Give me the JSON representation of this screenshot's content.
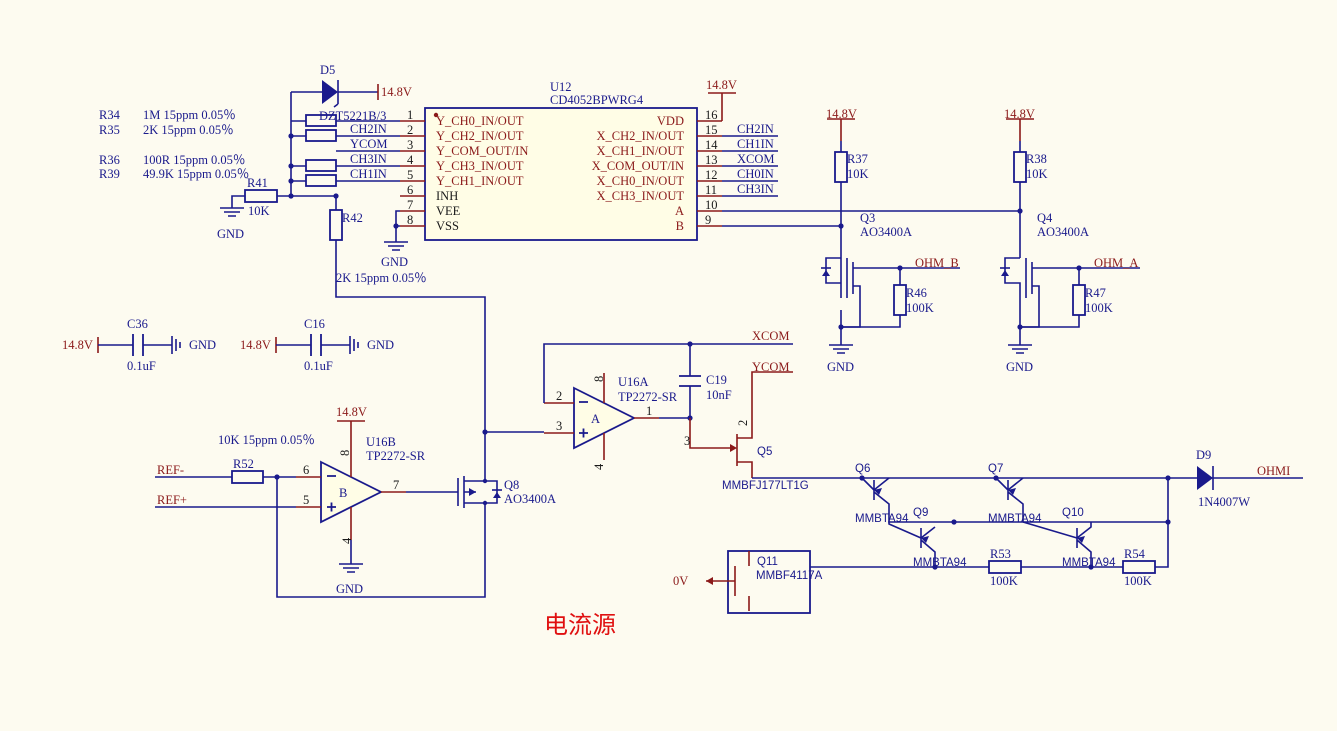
{
  "title": "电流源",
  "u12": {
    "ref": "U12",
    "part": "CD4052BPWRG4",
    "left_pins": [
      {
        "num": "1",
        "name": "Y_CH0_IN/OUT"
      },
      {
        "num": "2",
        "name": "Y_CH2_IN/OUT"
      },
      {
        "num": "3",
        "name": "Y_COM_OUT/IN"
      },
      {
        "num": "4",
        "name": "Y_CH3_IN/OUT"
      },
      {
        "num": "5",
        "name": "Y_CH1_IN/OUT"
      },
      {
        "num": "6",
        "name": "INH"
      },
      {
        "num": "7",
        "name": "VEE"
      },
      {
        "num": "8",
        "name": "VSS"
      }
    ],
    "right_pins": [
      {
        "num": "16",
        "name": "VDD"
      },
      {
        "num": "15",
        "name": "X_CH2_IN/OUT"
      },
      {
        "num": "14",
        "name": "X_CH1_IN/OUT"
      },
      {
        "num": "13",
        "name": "X_COM_OUT/IN"
      },
      {
        "num": "12",
        "name": "X_CH0_IN/OUT"
      },
      {
        "num": "11",
        "name": "X_CH3_IN/OUT"
      },
      {
        "num": "10",
        "name": "A"
      },
      {
        "num": "9",
        "name": "B"
      }
    ],
    "left_nets": [
      "CH2IN",
      "YCOM",
      "CH3IN",
      "CH1IN"
    ],
    "right_nets": [
      "CH2IN",
      "CH1IN",
      "XCOM",
      "CH0IN",
      "CH3IN"
    ]
  },
  "d5": {
    "ref": "D5",
    "part": "DZT5221B/3"
  },
  "resistors": {
    "r34": {
      "ref": "R34",
      "value": "1M 15ppm 0.05％"
    },
    "r35": {
      "ref": "R35",
      "value": "2K 15ppm 0.05％"
    },
    "r36": {
      "ref": "R36",
      "value": "100R 15ppm 0.05％"
    },
    "r39": {
      "ref": "R39",
      "value": "49.9K 15ppm 0.05％"
    },
    "r41": {
      "ref": "R41",
      "value": "10K"
    },
    "r42": {
      "ref": "R42",
      "value": "2K 15ppm 0.05％"
    },
    "r37": {
      "ref": "R37",
      "value": "10K"
    },
    "r38": {
      "ref": "R38",
      "value": "10K"
    },
    "r46": {
      "ref": "R46",
      "value": "100K"
    },
    "r47": {
      "ref": "R47",
      "value": "100K"
    },
    "r52": {
      "ref": "R52",
      "value": "10K 15ppm 0.05％"
    },
    "r53": {
      "ref": "R53",
      "value": "100K"
    },
    "r54": {
      "ref": "R54",
      "value": "100K"
    }
  },
  "caps": {
    "c36": {
      "ref": "C36",
      "value": "0.1uF"
    },
    "c16": {
      "ref": "C16",
      "value": "0.1uF"
    },
    "c19": {
      "ref": "C19",
      "value": "10nF"
    }
  },
  "opamps": {
    "u16a": {
      "ref": "U16A",
      "part": "TP2272-SR",
      "unit": "A",
      "pins": {
        "inv": "2",
        "noninv": "3",
        "out": "1",
        "vp": "8",
        "vn": "4"
      }
    },
    "u16b": {
      "ref": "U16B",
      "part": "TP2272-SR",
      "unit": "B",
      "pins": {
        "inv": "6",
        "noninv": "5",
        "out": "7",
        "vp": "8",
        "vn": "4"
      }
    }
  },
  "transistors": {
    "q3": {
      "ref": "Q3",
      "part": "AO3400A"
    },
    "q4": {
      "ref": "Q4",
      "part": "AO3400A"
    },
    "q5": {
      "ref": "Q5",
      "part": "MMBFJ177LT1G",
      "pins": {
        "d": "3",
        "s": "2"
      }
    },
    "q6": {
      "ref": "Q6",
      "part": "MMBTA94"
    },
    "q7": {
      "ref": "Q7",
      "part": "MMBTA94"
    },
    "q8": {
      "ref": "Q8",
      "part": "AO3400A"
    },
    "q9": {
      "ref": "Q9",
      "part": "MMBTA94"
    },
    "q10": {
      "ref": "Q10",
      "part": "MMBTA94"
    },
    "q11": {
      "ref": "Q11",
      "part": "MMBF4117A"
    }
  },
  "d9": {
    "ref": "D9",
    "part": "1N4007W"
  },
  "nets": {
    "v148": "14.8V",
    "gnd": "GND",
    "ohm_a": "OHM_A",
    "ohm_b": "OHM_B",
    "ohmi": "OHMI",
    "xcom": "XCOM",
    "ycom": "YCOM",
    "ref_minus": "REF-",
    "ref_plus": "REF+",
    "zero_v": "0V"
  },
  "colors": {
    "wire": "#1a1a8c",
    "pin": "#8b1a1a",
    "title": "#e01010",
    "background": "#fdfbf0"
  }
}
